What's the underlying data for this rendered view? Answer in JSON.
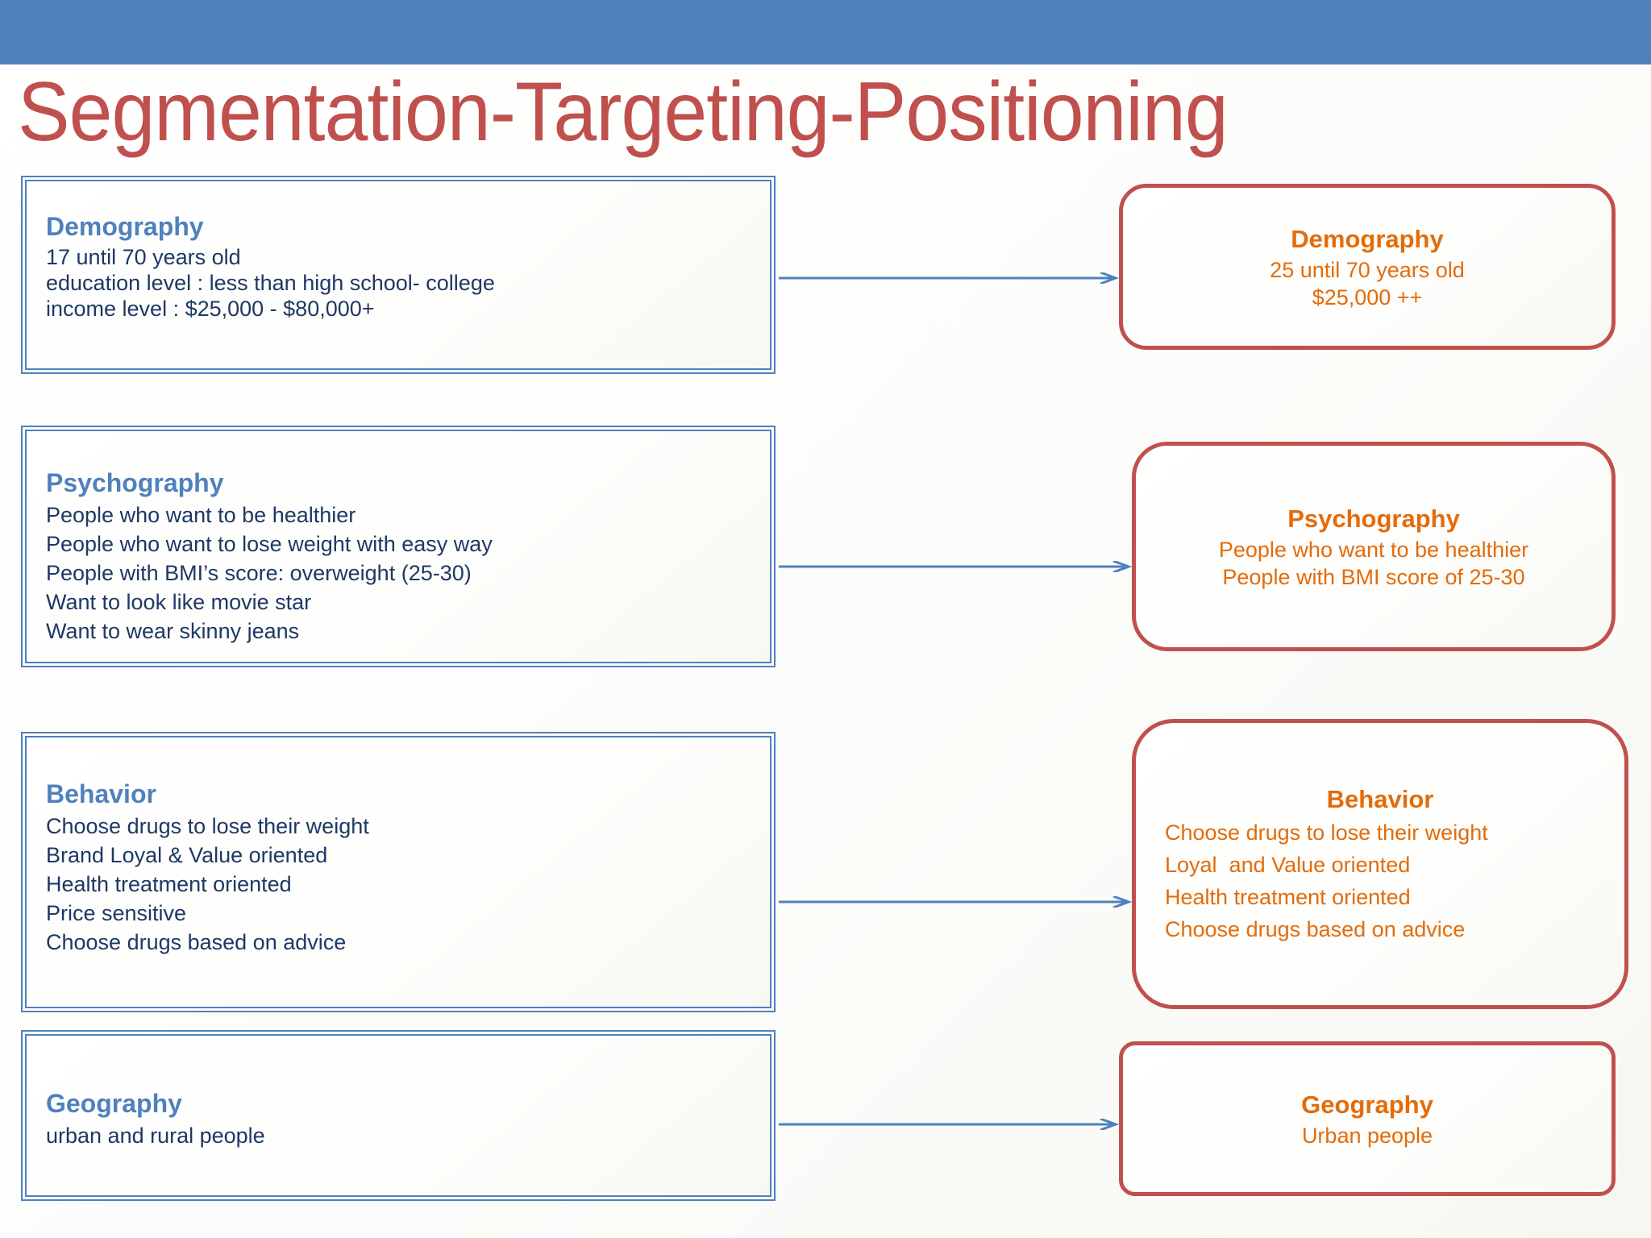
{
  "slide": {
    "title": "Segmentation-Targeting-Positioning",
    "colors": {
      "band_blue": "#4f81bd",
      "title_red": "#c0504d",
      "left_heading_blue": "#4f81bd",
      "left_body_navy": "#1f3864",
      "right_border_red": "#c0504d",
      "right_text_orange": "#e36c0a"
    }
  },
  "segmentation": [
    {
      "heading": "Demography",
      "lines": [
        "17 until 70 years old",
        "education level :  less than high school- college",
        "income level : $25,000 - $80,000+"
      ]
    },
    {
      "heading": "Psychography",
      "lines": [
        "People who want to be healthier",
        "People who want to lose weight with easy way",
        "People with BMI’s score: overweight (25-30)",
        "Want to look like movie star",
        "Want to wear skinny jeans"
      ]
    },
    {
      "heading": "Behavior",
      "lines": [
        "Choose drugs to lose their weight",
        "Brand Loyal & Value oriented",
        "Health treatment oriented",
        "Price sensitive",
        "Choose drugs based on advice"
      ]
    },
    {
      "heading": "Geography",
      "lines": [
        "urban and rural people"
      ]
    }
  ],
  "targeting": [
    {
      "heading": "Demography",
      "lines": [
        "25 until 70 years old",
        "$25,000 ++"
      ]
    },
    {
      "heading": "Psychography",
      "lines": [
        "People who want to be healthier",
        "People with BMI score of 25-30"
      ]
    },
    {
      "heading": "Behavior",
      "lines": [
        "Choose drugs to lose their weight",
        "Loyal  and Value oriented",
        "Health treatment oriented",
        "Choose drugs based on advice"
      ]
    },
    {
      "heading": "Geography",
      "lines": [
        "Urban people"
      ]
    }
  ]
}
